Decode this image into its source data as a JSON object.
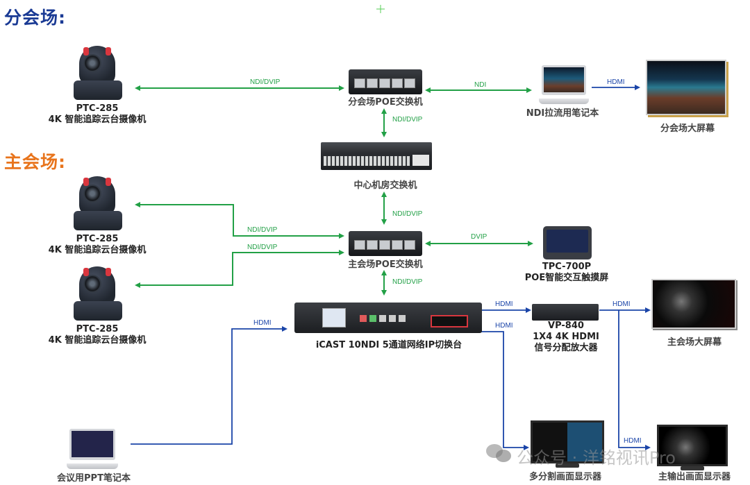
{
  "sections": {
    "branch_title": "分会场:",
    "main_title": "主会场:"
  },
  "colors": {
    "network_link": "#22a046",
    "hdmi_link": "#1a44a8",
    "branch_title": "#1a3a94",
    "main_title": "#e8741c"
  },
  "devices": {
    "branch_camera": {
      "model": "PTC-285",
      "desc": "4K 智能追踪云台摄像机"
    },
    "branch_poe_switch": {
      "label": "分会场POE交换机"
    },
    "ndi_laptop": {
      "label": "NDI拉流用笔记本"
    },
    "branch_big_screen": {
      "label": "分会场大屏幕"
    },
    "core_switch": {
      "label": "中心机房交换机"
    },
    "main_camera_1": {
      "model": "PTC-285",
      "desc": "4K 智能追踪云台摄像机"
    },
    "main_camera_2": {
      "model": "PTC-285",
      "desc": "4K 智能追踪云台摄像机"
    },
    "main_poe_switch": {
      "label": "主会场POE交换机"
    },
    "touch_panel": {
      "model": "TPC-700P",
      "desc": "POE智能交互触摸屏"
    },
    "icast_switcher": {
      "label": "iCAST 10NDI 5通道网络IP切换台"
    },
    "vp840": {
      "model": "VP-840",
      "line2": "1X4 4K HDMI",
      "line3": "信号分配放大器"
    },
    "main_big_screen": {
      "label": "主会场大屏幕"
    },
    "ppt_laptop": {
      "label": "会议用PPT笔记本"
    },
    "multiview_monitor": {
      "label": "多分割画面显示器"
    },
    "program_monitor": {
      "label": "主输出画面显示器"
    }
  },
  "links": {
    "branch_cam_to_switch": "NDI/DVIP",
    "branch_switch_to_laptop": "NDI",
    "laptop_to_branch_screen": "HDMI",
    "branch_switch_to_core": "NDI/DVIP",
    "core_to_main_switch": "NDI/DVIP",
    "main_cam1_to_switch": "NDI/DVIP",
    "main_cam2_to_switch": "NDI/DVIP",
    "main_switch_to_touch": "DVIP",
    "main_switch_to_icast": "NDI/DVIP",
    "ppt_to_icast": "HDMI",
    "icast_to_vp840": "HDMI",
    "icast_to_multiview": "HDMI",
    "vp840_to_main_screen": "HDMI",
    "vp840_to_program": "HDMI"
  },
  "watermark": {
    "text": "公众号 · 洋铭视讯Pro"
  }
}
